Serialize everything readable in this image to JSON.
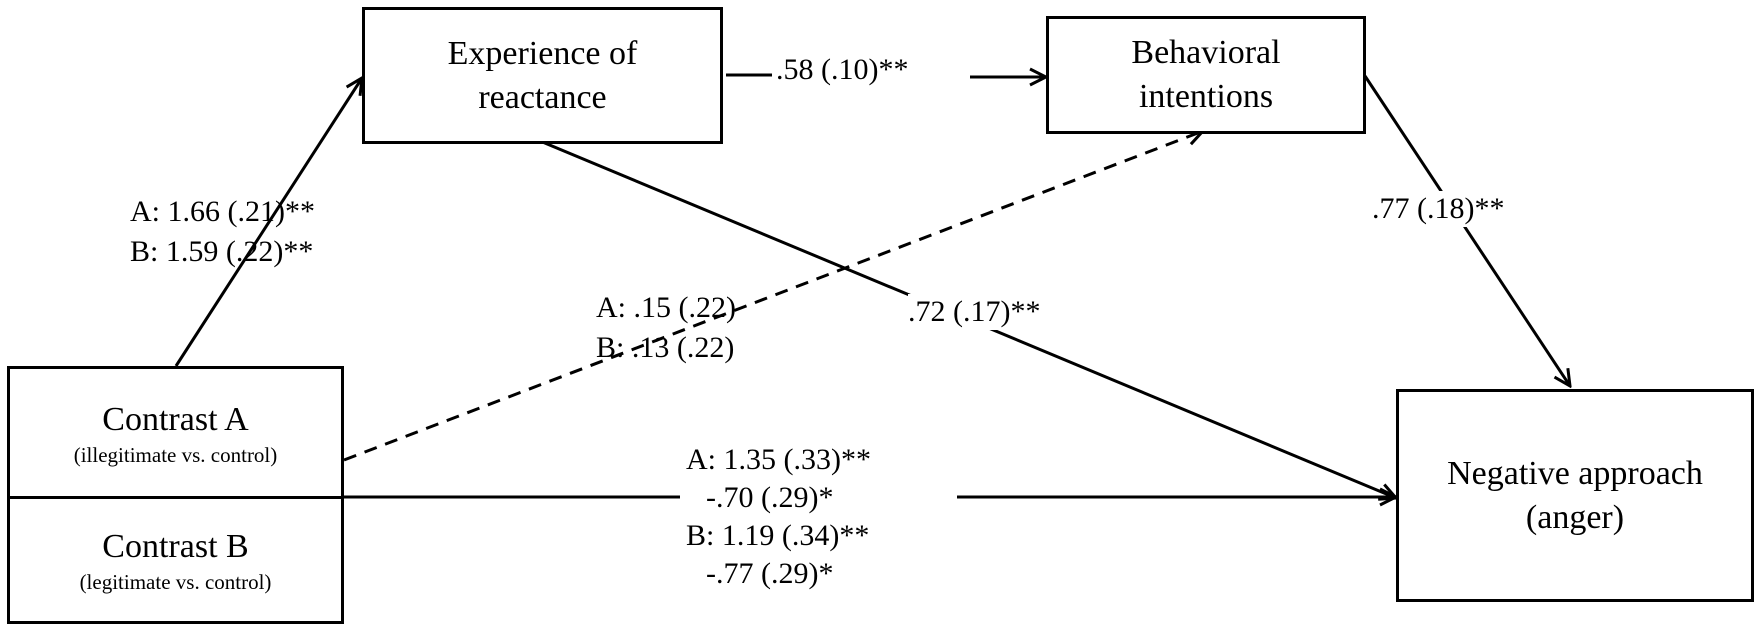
{
  "nodes": {
    "reactance": {
      "lines": [
        "Experience of",
        "reactance"
      ]
    },
    "intentions": {
      "lines": [
        "Behavioral",
        "intentions"
      ]
    },
    "anger": {
      "lines": [
        "Negative approach",
        "(anger)"
      ]
    },
    "contrast_a": {
      "title": "Contrast A",
      "subtitle": "(illegitimate vs. control)"
    },
    "contrast_b": {
      "title": "Contrast B",
      "subtitle": "(legitimate vs. control)"
    }
  },
  "paths": {
    "contrast_to_reactance": [
      "A: 1.66 (.21)**",
      "B: 1.59 (.22)**"
    ],
    "reactance_to_intentions": [
      ".58 (.10)**"
    ],
    "intentions_to_anger": [
      ".77 (.18)**"
    ],
    "contrast_to_intentions": [
      "A: .15 (.22)",
      "B: .13 (.22)"
    ],
    "reactance_to_anger": [
      ".72 (.17)**"
    ],
    "contrast_to_anger": [
      "A: 1.35 (.33)**",
      "-.70 (.29)*",
      "B: 1.19 (.34)**",
      "-.77 (.29)*"
    ]
  }
}
